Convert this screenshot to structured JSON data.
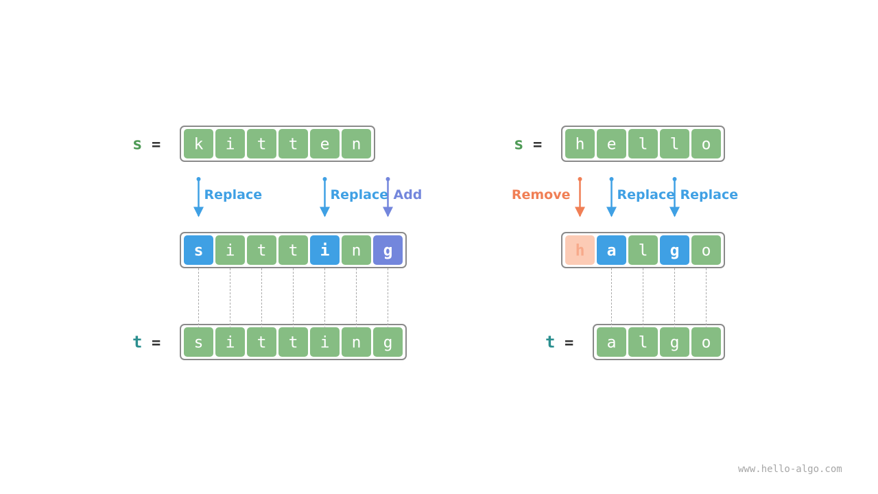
{
  "colors": {
    "cell_default": "#86bd83",
    "cell_replace": "#3fa0e4",
    "cell_add": "#7386dc",
    "cell_remove": "#fccbb5",
    "text_on_cell": "#ffffff",
    "text_removed": "#f7a98a",
    "replace": "#3fa0e4",
    "add": "#7386dc",
    "remove": "#f07f55",
    "var_s": "#4e9a56",
    "var_t": "#2b8f8f",
    "box_border": "#8a8a8a",
    "dashed": "#aaaaaa"
  },
  "left": {
    "s_label": "s",
    "t_label": "t",
    "eq": "=",
    "s": [
      "k",
      "i",
      "t",
      "t",
      "e",
      "n"
    ],
    "mid": [
      {
        "ch": "s",
        "state": "replace"
      },
      {
        "ch": "i",
        "state": "default"
      },
      {
        "ch": "t",
        "state": "default"
      },
      {
        "ch": "t",
        "state": "default"
      },
      {
        "ch": "i",
        "state": "replace"
      },
      {
        "ch": "n",
        "state": "default"
      },
      {
        "ch": "g",
        "state": "add"
      }
    ],
    "t": [
      "s",
      "i",
      "t",
      "t",
      "i",
      "n",
      "g"
    ],
    "ops": [
      {
        "label": "Replace",
        "type": "replace",
        "mid_index": 0
      },
      {
        "label": "Replace",
        "type": "replace",
        "mid_index": 4
      },
      {
        "label": "Add",
        "type": "add",
        "mid_index": 6
      }
    ]
  },
  "right": {
    "s_label": "s",
    "t_label": "t",
    "eq": "=",
    "s": [
      "h",
      "e",
      "l",
      "l",
      "o"
    ],
    "mid": [
      {
        "ch": "h",
        "state": "remove"
      },
      {
        "ch": "a",
        "state": "replace"
      },
      {
        "ch": "l",
        "state": "default"
      },
      {
        "ch": "g",
        "state": "replace"
      },
      {
        "ch": "o",
        "state": "default"
      }
    ],
    "t": [
      "a",
      "l",
      "g",
      "o"
    ],
    "ops": [
      {
        "label": "Remove",
        "type": "remove",
        "mid_index": 0
      },
      {
        "label": "Replace",
        "type": "replace",
        "mid_index": 1
      },
      {
        "label": "Replace",
        "type": "replace",
        "mid_index": 3
      }
    ]
  },
  "watermark": "www.hello-algo.com"
}
